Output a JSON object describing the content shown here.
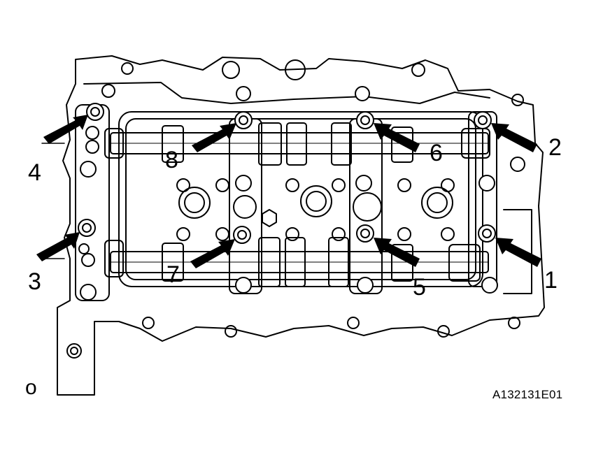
{
  "figure": {
    "code": "A132131E01",
    "corner_mark": "o"
  },
  "callouts": [
    "1",
    "2",
    "3",
    "4",
    "5",
    "6",
    "7",
    "8"
  ],
  "style": {
    "ink": "#000000",
    "paper": "#ffffff"
  }
}
